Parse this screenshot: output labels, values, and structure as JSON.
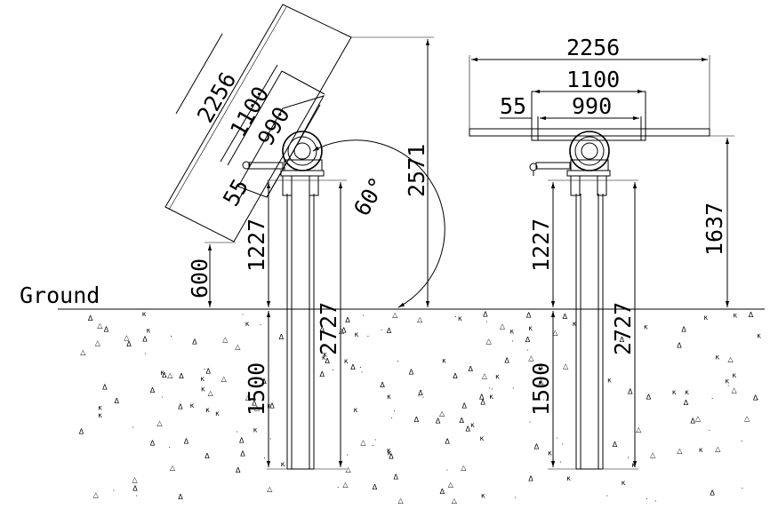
{
  "ground_label": "Ground",
  "tilted_view": {
    "panel_width": "2256",
    "inner_width": "1100",
    "frame_width": "990",
    "offset": "55",
    "tilt_angle": "60°",
    "total_height": "2571",
    "min_clearance": "600",
    "post_height": "1227",
    "embed_depth": "1500",
    "pile_length": "2727"
  },
  "flat_view": {
    "panel_width": "2256",
    "inner_width": "1100",
    "frame_width": "990",
    "offset": "55",
    "panel_height": "1637",
    "post_height": "1227",
    "embed_depth": "1500",
    "pile_length": "2727"
  }
}
